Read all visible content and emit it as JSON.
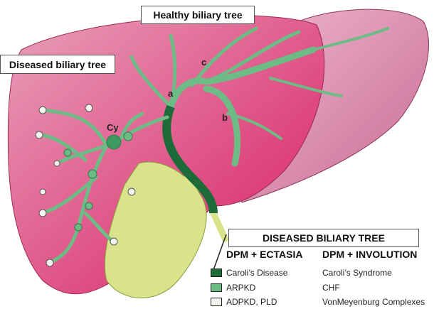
{
  "labels": {
    "healthy": "Healthy biliary tree",
    "diseased": "Diseased biliary tree",
    "a": "a",
    "b": "b",
    "c": "c",
    "cy": "Cy"
  },
  "legend": {
    "title": "DISEASED BILIARY TREE",
    "col1": "DPM + ECTASIA",
    "col2": "DPM + INVOLUTION",
    "rows": [
      {
        "ectasia": "Caroli’s Disease",
        "involution": "Caroli’s Syndrome",
        "color": "#1e6b3a"
      },
      {
        "ectasia": "ARPKD",
        "involution": "CHF",
        "color": "#6dbb85"
      },
      {
        "ectasia": "ADPKD, PLD",
        "involution": "VonMeyenburg Complexes",
        "color": "#f2f2ee"
      }
    ]
  }
}
